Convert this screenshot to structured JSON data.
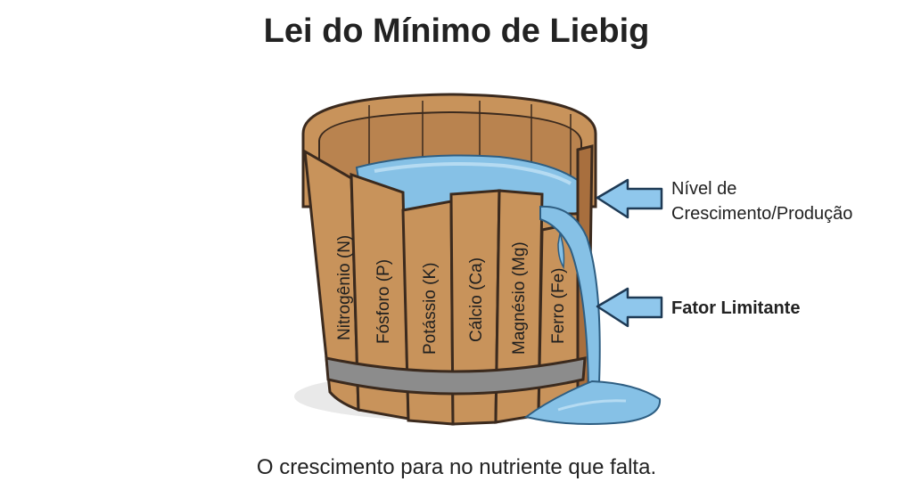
{
  "title": "Lei do Mínimo de Liebig",
  "caption": "O crescimento para no nutriente que falta.",
  "annotations": {
    "level_line1": "Nível de",
    "level_line2": "Crescimento/Produção",
    "limiting_factor": "Fator Limitante"
  },
  "staves": [
    {
      "label": "Nitrogênio (N)"
    },
    {
      "label": "Fósforo (P)"
    },
    {
      "label": "Potássio (K)"
    },
    {
      "label": "Cálcio (Ca)"
    },
    {
      "label": "Magnésio (Mg)"
    },
    {
      "label": "Ferro (Fe)"
    }
  ],
  "colors": {
    "wood": "#C8935B",
    "wood_dark": "#A86F3E",
    "wood_inner": "#B9834F",
    "outline": "#3B2A1E",
    "band": "#8C8C8C",
    "water": "#86C1E6",
    "water_light": "#B5DBF2",
    "arrow": "#8FC7EC",
    "arrow_outline": "#1E3A55"
  }
}
